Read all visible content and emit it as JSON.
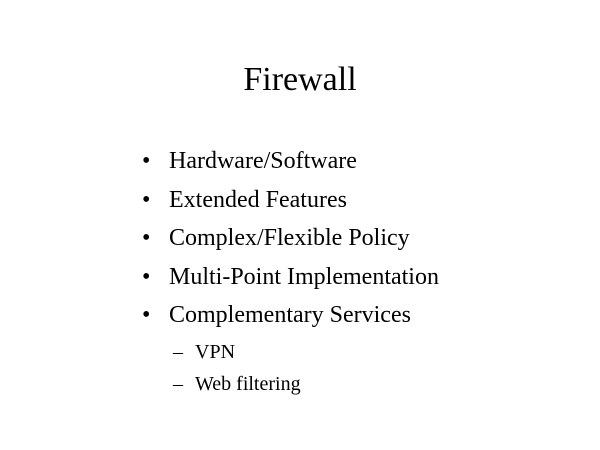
{
  "slide": {
    "title": "Firewall",
    "bullet_marker": "•",
    "sub_marker": "–",
    "bullets": [
      "Hardware/Software",
      "Extended Features",
      "Complex/Flexible Policy",
      "Multi-Point Implementation",
      "Complementary Services"
    ],
    "sub_bullets": [
      "VPN",
      "Web filtering"
    ],
    "colors": {
      "background": "#ffffff",
      "text": "#000000"
    }
  }
}
